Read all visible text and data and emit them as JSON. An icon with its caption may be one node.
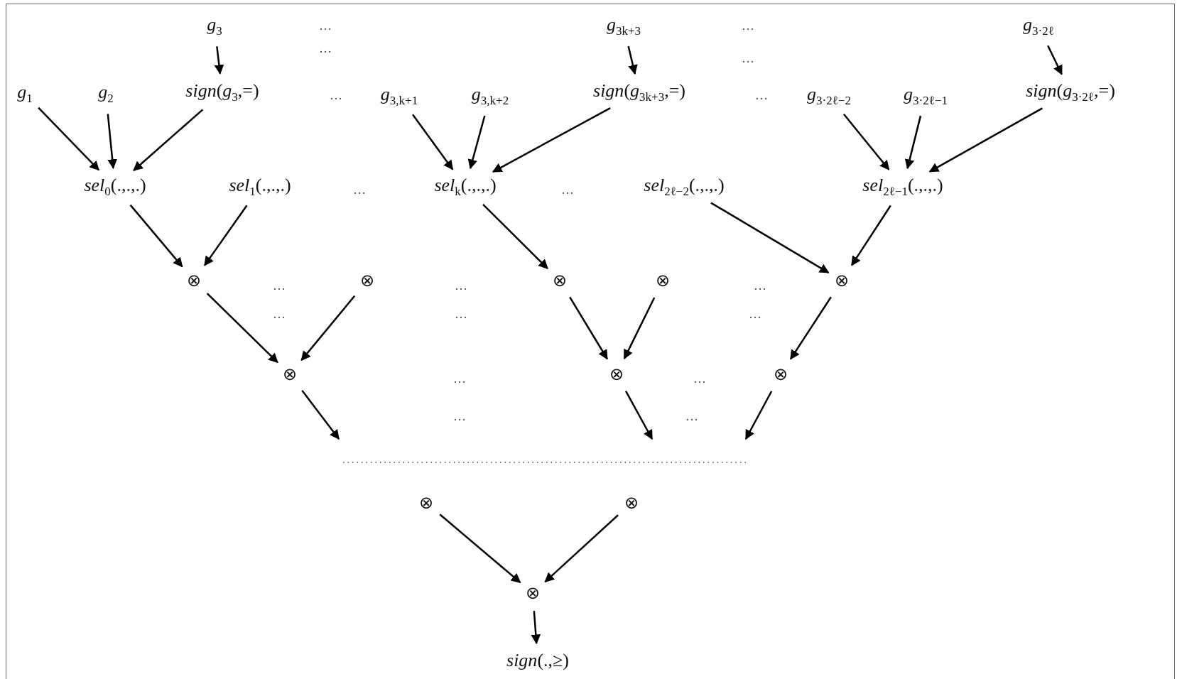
{
  "diagram": {
    "nodes": [
      {
        "text": [
          "*g*$_{3}$"
        ]
      },
      {
        "text": [
          "*g*$_{3k+3}$"
        ]
      },
      {
        "text": [
          "*g*$_{3·2ℓ}$"
        ]
      },
      {
        "text": [
          "*g*$_{1}$"
        ]
      },
      {
        "text": [
          "*g*$_{2}$"
        ]
      },
      {
        "text": [
          "*sign*(*g*$_{3}$,=)"
        ]
      },
      {
        "text": [
          "*g*$_{3,k+1}$"
        ]
      },
      {
        "text": [
          "*g*$_{3,k+2}$"
        ]
      },
      {
        "text": [
          "*sign*(*g*$_{3k+3}$,=)"
        ]
      },
      {
        "text": [
          "*g*$_{3·2ℓ−2}$"
        ]
      },
      {
        "text": [
          "*g*$_{3·2ℓ−1}$"
        ]
      },
      {
        "text": [
          "*sign*(*g*$_{3·2ℓ}$,=)"
        ]
      },
      {
        "text": [
          "*sel*$_{0}$(.,.,.)"
        ]
      },
      {
        "text": [
          "*sel*$_{1}$(.,.,.)"
        ]
      },
      {
        "text": [
          "*sel*$_{k}$(.,.,.)"
        ]
      },
      {
        "text": [
          "*sel*$_{2ℓ−2}$(.,.,.)"
        ]
      },
      {
        "text": [
          "*sel*$_{2ℓ−1}$(.,.,.)"
        ]
      },
      {
        "text": [
          "⊗"
        ]
      },
      {
        "text": [
          "⊗"
        ]
      },
      {
        "text": [
          "⊗"
        ]
      },
      {
        "text": [
          "⊗"
        ]
      },
      {
        "text": [
          "⊗"
        ]
      },
      {
        "text": [
          "⊗"
        ]
      },
      {
        "text": [
          "⊗"
        ]
      },
      {
        "text": [
          "⊗"
        ]
      },
      {
        "text": [
          "⊗"
        ]
      },
      {
        "text": [
          "⊗"
        ]
      },
      {
        "text": [
          "⊗"
        ]
      },
      {
        "text": [
          "*sign*(.,≥)"
        ]
      }
    ],
    "edges": [
      {
        "from": 0,
        "to": 5,
        "arrow": "to"
      },
      {
        "from": 1,
        "to": 8,
        "arrow": "to"
      },
      {
        "from": 2,
        "to": 11,
        "arrow": "to"
      },
      {
        "from": 3,
        "to": 12,
        "arrow": "to"
      },
      {
        "from": 4,
        "to": 12,
        "arrow": "to"
      },
      {
        "from": 5,
        "to": 12,
        "arrow": "to"
      },
      {
        "from": 6,
        "to": 14,
        "arrow": "to"
      },
      {
        "from": 7,
        "to": 14,
        "arrow": "to"
      },
      {
        "from": 8,
        "to": 14,
        "arrow": "to"
      },
      {
        "from": 9,
        "to": 16,
        "arrow": "to"
      },
      {
        "from": 10,
        "to": 16,
        "arrow": "to"
      },
      {
        "from": 11,
        "to": 16,
        "arrow": "to"
      },
      {
        "from": 12,
        "to": 17,
        "arrow": "to"
      },
      {
        "from": 13,
        "to": 17,
        "arrow": "to"
      },
      {
        "from": 14,
        "to": 19,
        "arrow": "to"
      },
      {
        "from": 15,
        "to": 21,
        "arrow": "to"
      },
      {
        "from": 16,
        "to": 21,
        "arrow": "to"
      },
      {
        "from": 17,
        "to": 22,
        "arrow": "to"
      },
      {
        "from": 18,
        "to": 22,
        "arrow": "to"
      },
      {
        "from": 19,
        "to": 23,
        "arrow": "to"
      },
      {
        "from": 20,
        "to": 23,
        "arrow": "to"
      },
      {
        "from": 21,
        "to": 24,
        "arrow": "to"
      },
      {
        "from": 22,
        "to": null,
        "arrow": "to"
      },
      {
        "from": 23,
        "to": null,
        "arrow": "to"
      },
      {
        "from": 24,
        "to": null,
        "arrow": "to"
      },
      {
        "from": 25,
        "to": 27,
        "arrow": "to"
      },
      {
        "from": 26,
        "to": 27,
        "arrow": "to"
      },
      {
        "from": 27,
        "to": 28,
        "arrow": "to"
      }
    ],
    "labels": [
      "…",
      "…",
      "…",
      "…",
      "…",
      "…",
      "…",
      "…",
      "…",
      "…",
      "…",
      "…",
      "…",
      "…",
      "…",
      "…",
      "…",
      "…"
    ]
  }
}
